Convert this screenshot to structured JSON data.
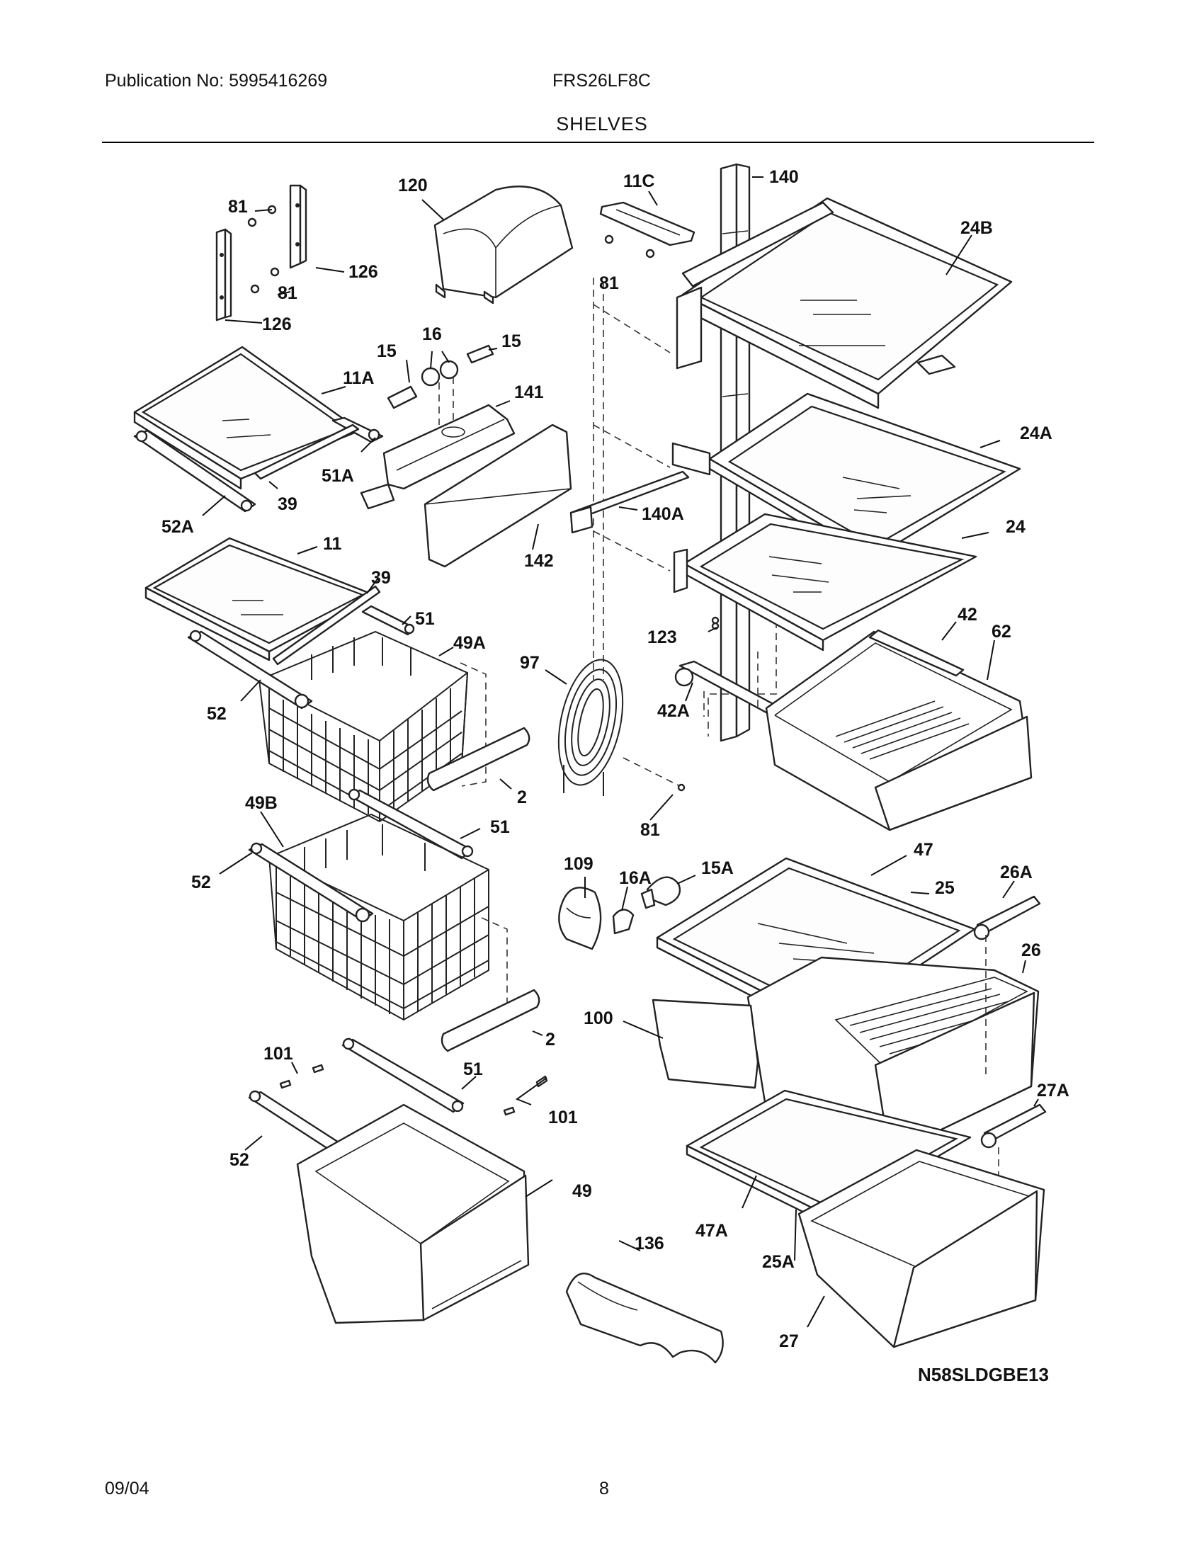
{
  "header": {
    "publication": "Publication No: 5995416269",
    "model": "FRS26LF8C",
    "section_title": "SHELVES"
  },
  "diagram": {
    "code": "N58SLDGBE13",
    "callouts": {
      "c81a": "81",
      "c126a": "126",
      "c81b": "81",
      "c126b": "126",
      "c120": "120",
      "c11c": "11C",
      "c81c": "81",
      "c140": "140",
      "c24b": "24B",
      "c15a": "15",
      "c16": "16",
      "c15b": "15",
      "c11a": "11A",
      "c141": "141",
      "c51a": "51A",
      "c39a": "39",
      "c52a": "52A",
      "c24a": "24A",
      "c24": "24",
      "c140a": "140A",
      "c142": "142",
      "c11": "11",
      "c39b": "39",
      "c51a2": "51",
      "c49a": "49A",
      "c97": "97",
      "c123": "123",
      "c42": "42",
      "c62": "62",
      "c52b": "52",
      "c42a": "42A",
      "c2a": "2",
      "c81d": "81",
      "c49b": "49B",
      "c51b": "51",
      "c52c": "52",
      "c109": "109",
      "c16a": "16A",
      "c15aa": "15A",
      "c47": "47",
      "c25": "25",
      "c26a": "26A",
      "c26": "26",
      "c2b": "2",
      "c100": "100",
      "c101a": "101",
      "c51c": "51",
      "c101b": "101",
      "c27a": "27A",
      "c52d": "52",
      "c49": "49",
      "c136": "136",
      "c47a": "47A",
      "c25a": "25A",
      "c27": "27"
    }
  },
  "footer": {
    "date": "09/04",
    "page": "8"
  }
}
